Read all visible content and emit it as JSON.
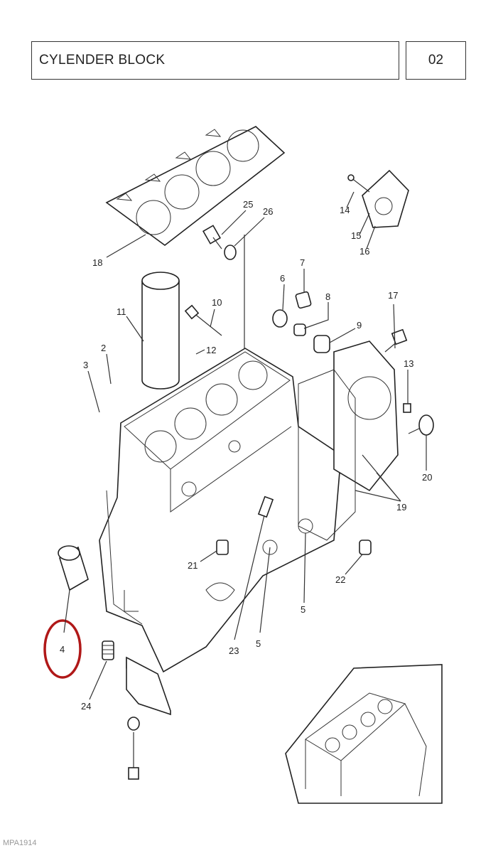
{
  "header": {
    "title": "CYLENDER BLOCK",
    "page": "02"
  },
  "callouts": [
    "18",
    "25",
    "26",
    "14",
    "15",
    "16",
    "11",
    "10",
    "7",
    "6",
    "8",
    "17",
    "12",
    "2",
    "9",
    "3",
    "13",
    "20",
    "19",
    "21",
    "22",
    "4",
    "24",
    "23",
    "5",
    "5"
  ],
  "footer": {
    "code": "MPA1914"
  },
  "colors": {
    "line": "#333333",
    "highlight": "#b01818"
  }
}
